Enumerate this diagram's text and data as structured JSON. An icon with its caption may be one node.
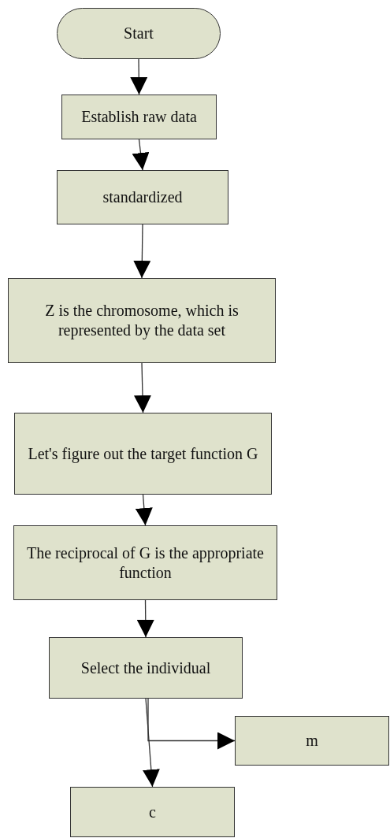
{
  "diagram": {
    "nodes": [
      {
        "text": [
          "Start"
        ]
      },
      {
        "text": [
          "Establish raw data"
        ]
      },
      {
        "text": [
          "standardized"
        ]
      },
      {
        "text": [
          "Z is the chromosome, which is represented by the data set"
        ]
      },
      {
        "text": [
          "Let's figure out the target function G"
        ]
      },
      {
        "text": [
          "The reciprocal of G is the appropriate function"
        ]
      },
      {
        "text": [
          "Select the individual"
        ]
      },
      {
        "text": [
          "m"
        ]
      },
      {
        "text": [
          "c"
        ]
      }
    ],
    "edges": [
      {
        "from": 0,
        "to": 1,
        "arrow": "to"
      },
      {
        "from": 1,
        "to": 2,
        "arrow": "to"
      },
      {
        "from": 2,
        "to": 3,
        "arrow": "to"
      },
      {
        "from": 3,
        "to": 4,
        "arrow": "to"
      },
      {
        "from": 4,
        "to": 5,
        "arrow": "to"
      },
      {
        "from": 5,
        "to": 6,
        "arrow": "to"
      },
      {
        "from": 6,
        "to": 7,
        "arrow": "to"
      },
      {
        "from": 6,
        "to": 8,
        "arrow": "to"
      }
    ]
  }
}
